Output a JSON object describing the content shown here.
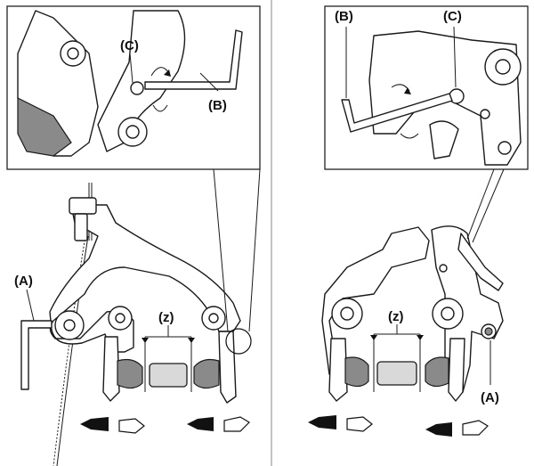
{
  "labels": {
    "left_inset_c": "(C)",
    "left_inset_b": "(B)",
    "left_a": "(A)",
    "left_z": "(z)",
    "right_inset_b": "(B)",
    "right_inset_c": "(C)",
    "right_z": "(z)",
    "right_a": "(A)"
  },
  "colors": {
    "line": "#1a1a1a",
    "fill_light": "#d9d9d9",
    "fill_dark": "#8a8a8a",
    "arrow_solid": "#111111"
  }
}
